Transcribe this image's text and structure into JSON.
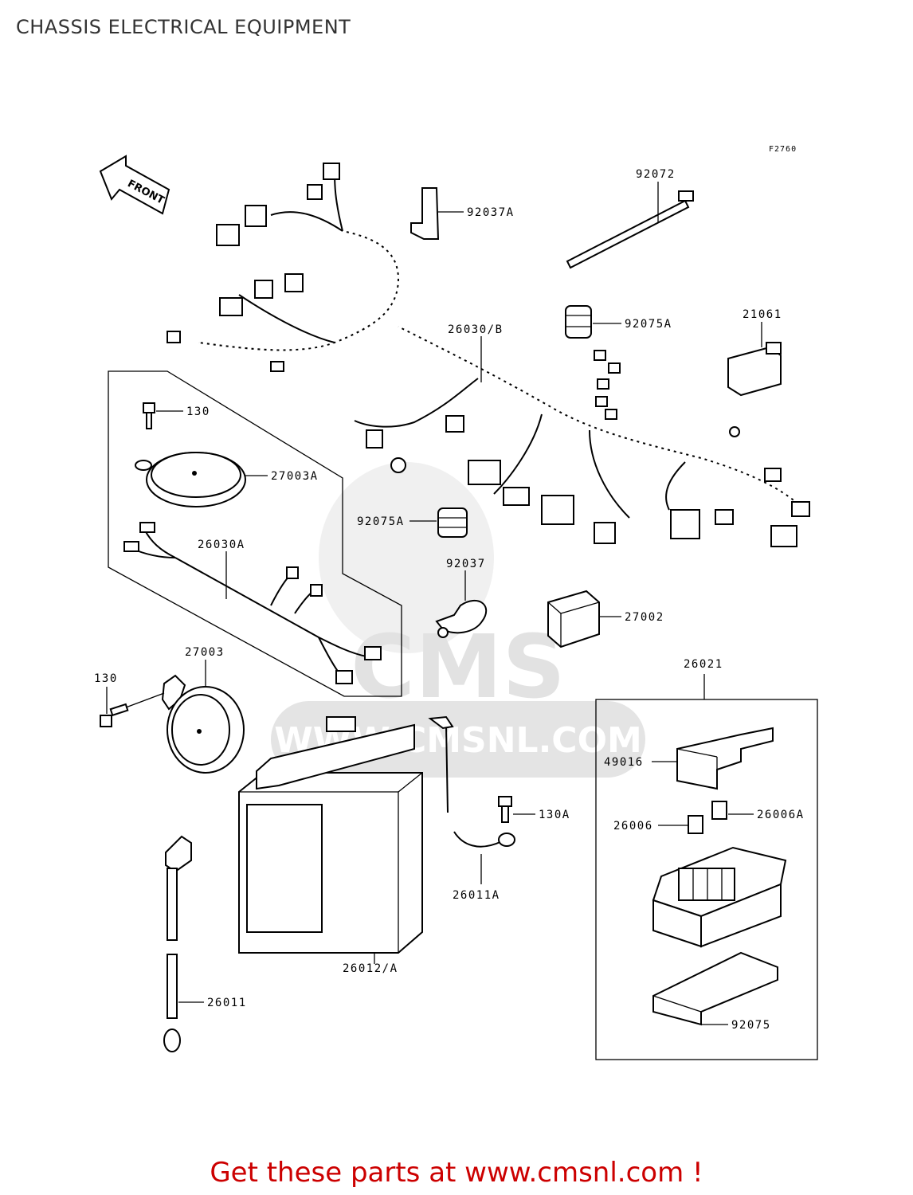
{
  "header": {
    "title": "CHASSIS ELECTRICAL EQUIPMENT"
  },
  "diagram": {
    "figure_code": "F2760",
    "front_arrow": "FRONT",
    "watermark": {
      "brand": "CMS",
      "url": "WWW.CMSNL.COM"
    },
    "parts": {
      "p92072": "92072",
      "p92037A": "92037A",
      "p92075A_top": "92075A",
      "p21061": "21061",
      "p26030B": "26030/B",
      "p130_top": "130",
      "p27003A": "27003A",
      "p26030A": "26030A",
      "p92075A_mid": "92075A",
      "p92037": "92037",
      "p27002": "27002",
      "p27003": "27003",
      "p130_left": "130",
      "p26021": "26021",
      "p49016": "49016",
      "p130A": "130A",
      "p26006": "26006",
      "p26006A": "26006A",
      "p26011A": "26011A",
      "p26012A": "26012/A",
      "p26011": "26011",
      "p92075": "92075"
    }
  },
  "footer": {
    "text": "Get these parts at www.cmsnl.com !"
  }
}
